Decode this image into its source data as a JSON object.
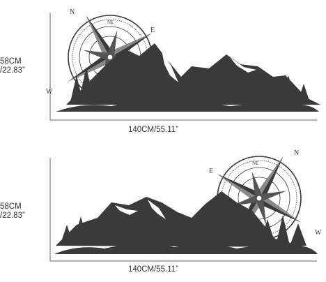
{
  "decal_top": {
    "height_cm": "58CM",
    "height_in": "/22.83”",
    "width_label": "140CM/55.11”",
    "compass": {
      "north": "N",
      "north_east": "NE",
      "east": "E",
      "west": "W"
    }
  },
  "decal_bottom": {
    "height_cm": "58CM",
    "height_in": "/22.83”",
    "width_label": "140CM/55.11”",
    "compass": {
      "north": "N",
      "north_east": "NE",
      "east": "E",
      "west": "W"
    }
  },
  "colors": {
    "ink": "#3a3a3a",
    "line": "#555555"
  }
}
